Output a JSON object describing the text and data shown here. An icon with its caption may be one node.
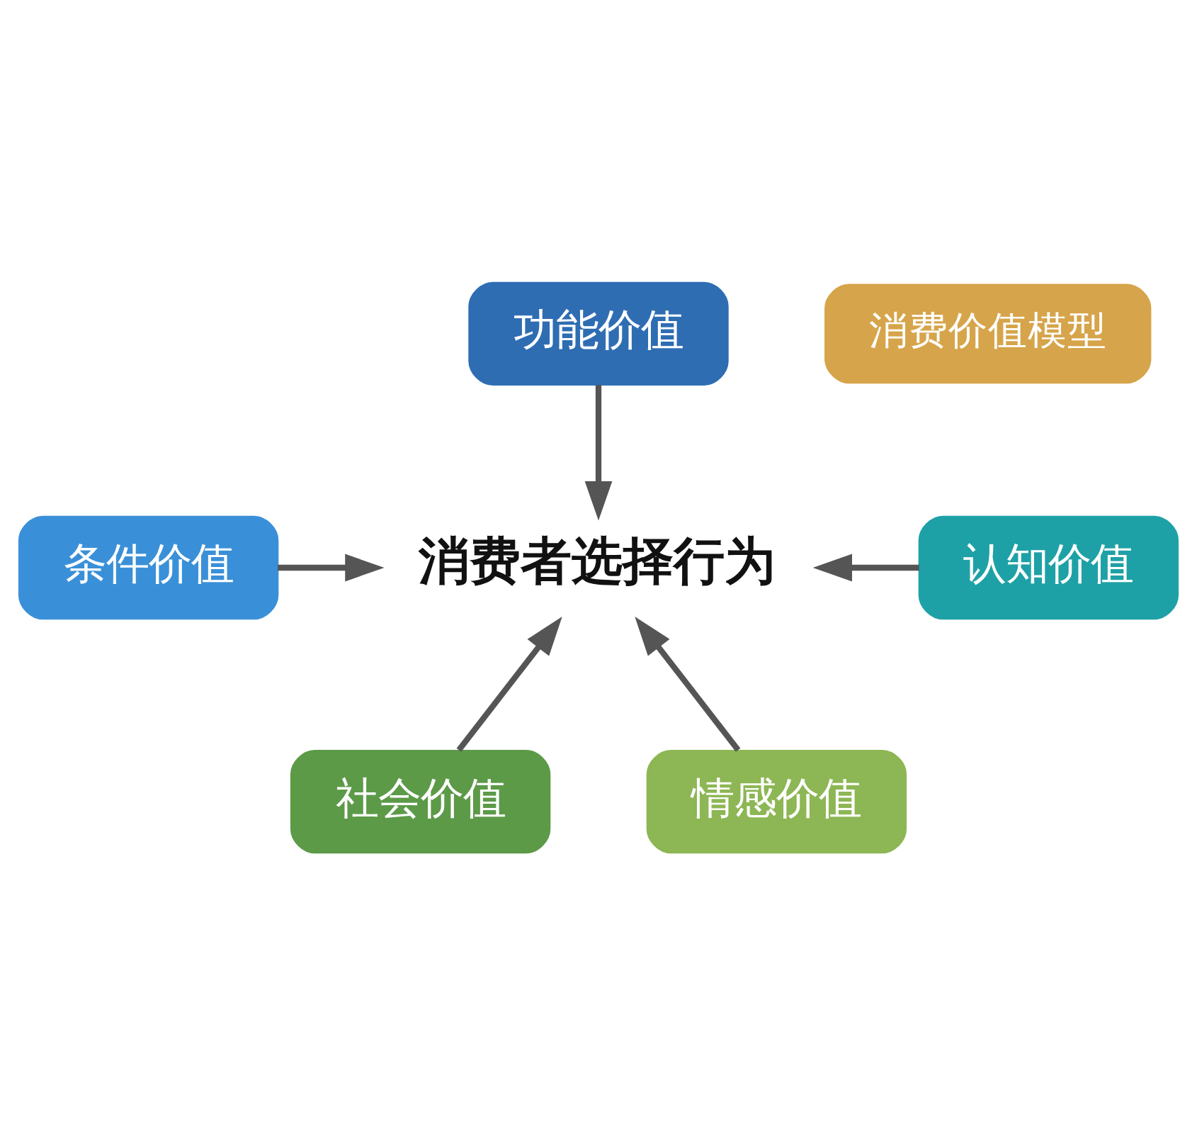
{
  "diagram": {
    "nodes": [
      {
        "text": [
          "功能价值"
        ]
      },
      {
        "text": [
          "消费价值模型"
        ]
      },
      {
        "text": [
          "条件价值"
        ]
      },
      {
        "text": [
          "消费者选择行为"
        ]
      },
      {
        "text": [
          "认知价值"
        ]
      },
      {
        "text": [
          "社会价值"
        ]
      },
      {
        "text": [
          "情感价值"
        ]
      }
    ],
    "edges": [
      {
        "from": 0,
        "to": 3,
        "arrow": "to"
      },
      {
        "from": 2,
        "to": 3,
        "arrow": "to"
      },
      {
        "from": 4,
        "to": 3,
        "arrow": "to"
      },
      {
        "from": 5,
        "to": 3,
        "arrow": "to"
      },
      {
        "from": 6,
        "to": 3,
        "arrow": "to"
      }
    ]
  }
}
